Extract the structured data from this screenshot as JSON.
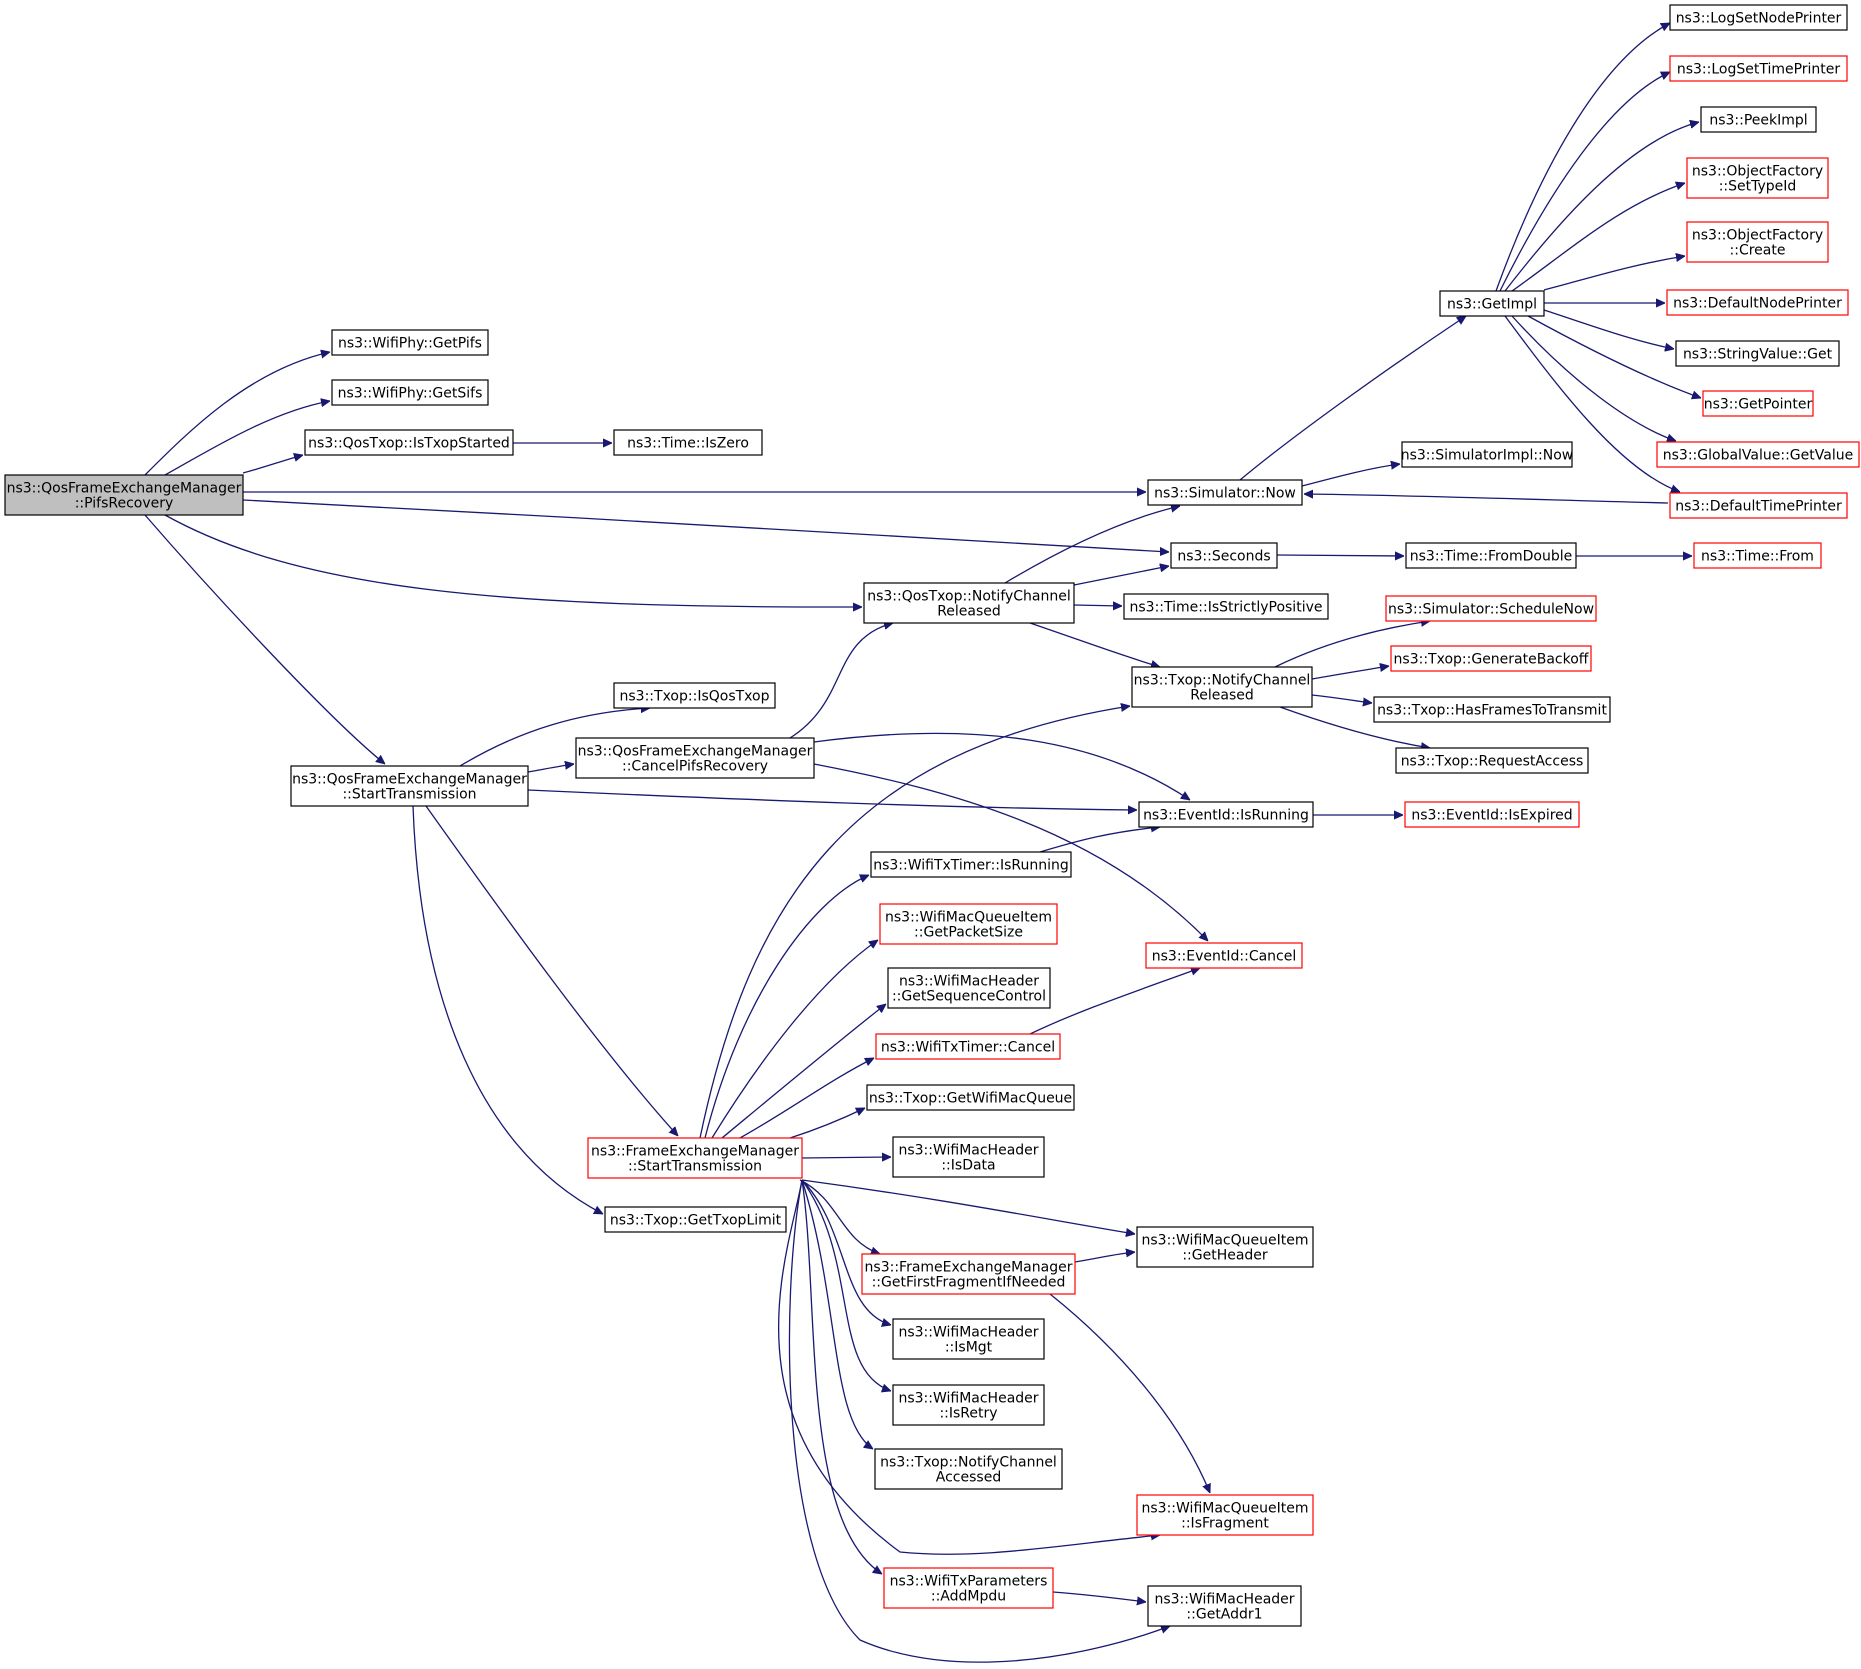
{
  "colors": {
    "edge": "#191970",
    "node_border": "#000000",
    "node_link_red": "#ff0000",
    "root_fill": "#bfbfbf"
  },
  "nodes": {
    "root": [
      "ns3::QosFrameExchangeManager",
      "::PifsRecovery"
    ],
    "getpifs": [
      "ns3::WifiPhy::GetPifs"
    ],
    "getsifs": [
      "ns3::WifiPhy::GetSifs"
    ],
    "istxopstarted": [
      "ns3::QosTxop::IsTxopStarted"
    ],
    "iszero": [
      "ns3::Time::IsZero"
    ],
    "simnow": [
      "ns3::Simulator::Now"
    ],
    "seconds": [
      "ns3::Seconds"
    ],
    "qosnotify": [
      "ns3::QosTxop::NotifyChannel",
      "Released"
    ],
    "qosstart": [
      "ns3::QosFrameExchangeManager",
      "::StartTransmission"
    ],
    "isqostxop": [
      "ns3::Txop::IsQosTxop"
    ],
    "cancelpifs": [
      "ns3::QosFrameExchangeManager",
      "::CancelPifsRecovery"
    ],
    "festart": [
      "ns3::FrameExchangeManager",
      "::StartTransmission"
    ],
    "gettxoplimit": [
      "ns3::Txop::GetTxopLimit"
    ],
    "getimpl": [
      "ns3::GetImpl"
    ],
    "simimplnow": [
      "ns3::SimulatorImpl::Now"
    ],
    "fromdouble": [
      "ns3::Time::FromDouble"
    ],
    "isstrictpos": [
      "ns3::Time::IsStrictlyPositive"
    ],
    "txopnotify": [
      "ns3::Txop::NotifyChannel",
      "Released"
    ],
    "isrunning": [
      "ns3::EventId::IsRunning"
    ],
    "txtimerrun": [
      "ns3::WifiTxTimer::IsRunning"
    ],
    "getpktsize": [
      "ns3::WifiMacQueueItem",
      "::GetPacketSize"
    ],
    "getseqctl": [
      "ns3::WifiMacHeader",
      "::GetSequenceControl"
    ],
    "evcancel": [
      "ns3::EventId::Cancel"
    ],
    "txtimercancel": [
      "ns3::WifiTxTimer::Cancel"
    ],
    "getwifimacq": [
      "ns3::Txop::GetWifiMacQueue"
    ],
    "isdata": [
      "ns3::WifiMacHeader",
      "::IsData"
    ],
    "getheader": [
      "ns3::WifiMacQueueItem",
      "::GetHeader"
    ],
    "getfirstfrag": [
      "ns3::FrameExchangeManager",
      "::GetFirstFragmentIfNeeded"
    ],
    "ismgt": [
      "ns3::WifiMacHeader",
      "::IsMgt"
    ],
    "isretry": [
      "ns3::WifiMacHeader",
      "::IsRetry"
    ],
    "notifyaccessed": [
      "ns3::Txop::NotifyChannel",
      "Accessed"
    ],
    "isfragment": [
      "ns3::WifiMacQueueItem",
      "::IsFragment"
    ],
    "addmpdu": [
      "ns3::WifiTxParameters",
      "::AddMpdu"
    ],
    "getaddr1": [
      "ns3::WifiMacHeader",
      "::GetAddr1"
    ],
    "logsetnode": [
      "ns3::LogSetNodePrinter"
    ],
    "logsettime": [
      "ns3::LogSetTimePrinter"
    ],
    "peekimpl": [
      "ns3::PeekImpl"
    ],
    "settypeid": [
      "ns3::ObjectFactory",
      "::SetTypeId"
    ],
    "ofcreate": [
      "ns3::ObjectFactory",
      "::Create"
    ],
    "defnodeprinter": [
      "ns3::DefaultNodePrinter"
    ],
    "stringget": [
      "ns3::StringValue::Get"
    ],
    "getpointer": [
      "ns3::GetPointer"
    ],
    "globalget": [
      "ns3::GlobalValue::GetValue"
    ],
    "deftimeprinter": [
      "ns3::DefaultTimePrinter"
    ],
    "timefrom": [
      "ns3::Time::From"
    ],
    "schednow": [
      "ns3::Simulator::ScheduleNow"
    ],
    "genbackoff": [
      "ns3::Txop::GenerateBackoff"
    ],
    "hasframes": [
      "ns3::Txop::HasFramesToTransmit"
    ],
    "reqaccess": [
      "ns3::Txop::RequestAccess"
    ],
    "isexpired": [
      "ns3::EventId::IsExpired"
    ]
  }
}
